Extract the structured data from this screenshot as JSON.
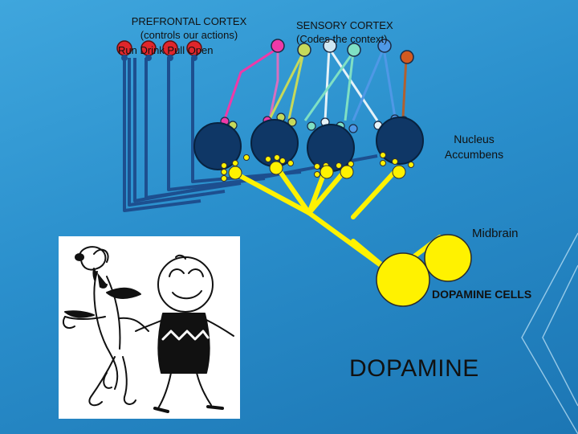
{
  "labels": {
    "prefrontal_title": "PREFRONTAL CORTEX",
    "prefrontal_sub": "(controls our actions)",
    "actions": "Run Drink Pull Open",
    "sensory_title": "SENSORY CORTEX",
    "sensory_sub": "(Codes the context)",
    "nucleus_line1": "Nucleus",
    "nucleus_line2": "Accumbens",
    "midbrain": "Midbrain",
    "dopamine_cells": "DOPAMINE CELLS",
    "dopamine": "DOPAMINE"
  },
  "colors": {
    "background_top": "#3fa6dd",
    "background_bottom": "#1c76b4",
    "pfc_neuron": "#e0262b",
    "pfc_axon": "#1d4f8f",
    "nucleus_neuron": "#0f3766",
    "dopamine_yellow": "#fff200",
    "sensory_neurons": [
      "#ee3aa8",
      "#c6d95a",
      "#cfe6f2",
      "#7fe0c4",
      "#4f98e6",
      "#d35a20"
    ]
  },
  "cartoon": {
    "description_icon": "snoopy-charlie-brown-dancing-illustration"
  }
}
